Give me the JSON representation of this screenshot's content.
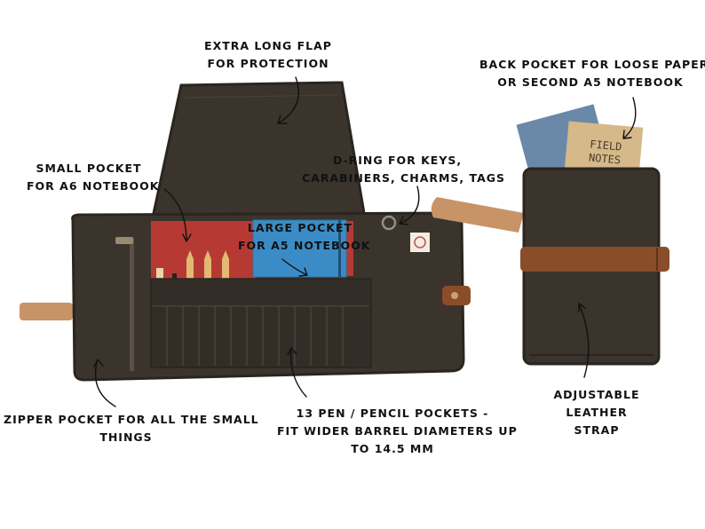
{
  "callouts": {
    "flap": [
      "EXTRA LONG FLAP",
      "FOR PROTECTION"
    ],
    "back_pocket": [
      "BACK POCKET FOR LOOSE PAPER",
      "OR SECOND A5 NOTEBOOK"
    ],
    "small_pocket": [
      "SMALL POCKET",
      "FOR A6 NOTEBOOK"
    ],
    "d_ring": [
      "D-RING FOR KEYS,",
      "CARABINERS, CHARMS, TAGS"
    ],
    "large_pocket": [
      "LARGE POCKET",
      "FOR A5 NOTEBOOK"
    ],
    "zipper": [
      "ZIPPER POCKET FOR ALL THE SMALL",
      "THINGS"
    ],
    "pen_pockets": [
      "13 PEN / PENCIL POCKETS -",
      "FIT WIDER BARREL DIAMETERS UP",
      "TO 14.5 MM"
    ],
    "strap": [
      "ADJUSTABLE",
      "LEATHER",
      "STRAP"
    ]
  },
  "notebook_brand": [
    "FIELD",
    "NOTES"
  ],
  "colors": {
    "canvas": "#3a342d",
    "canvas_dark": "#2a251f",
    "leather": "#c89366",
    "leather_dark": "#8a4d2a",
    "red_lining": "#b63a33",
    "blue_notebook": "#3b8cc6",
    "kraft": "#d6b98a"
  }
}
